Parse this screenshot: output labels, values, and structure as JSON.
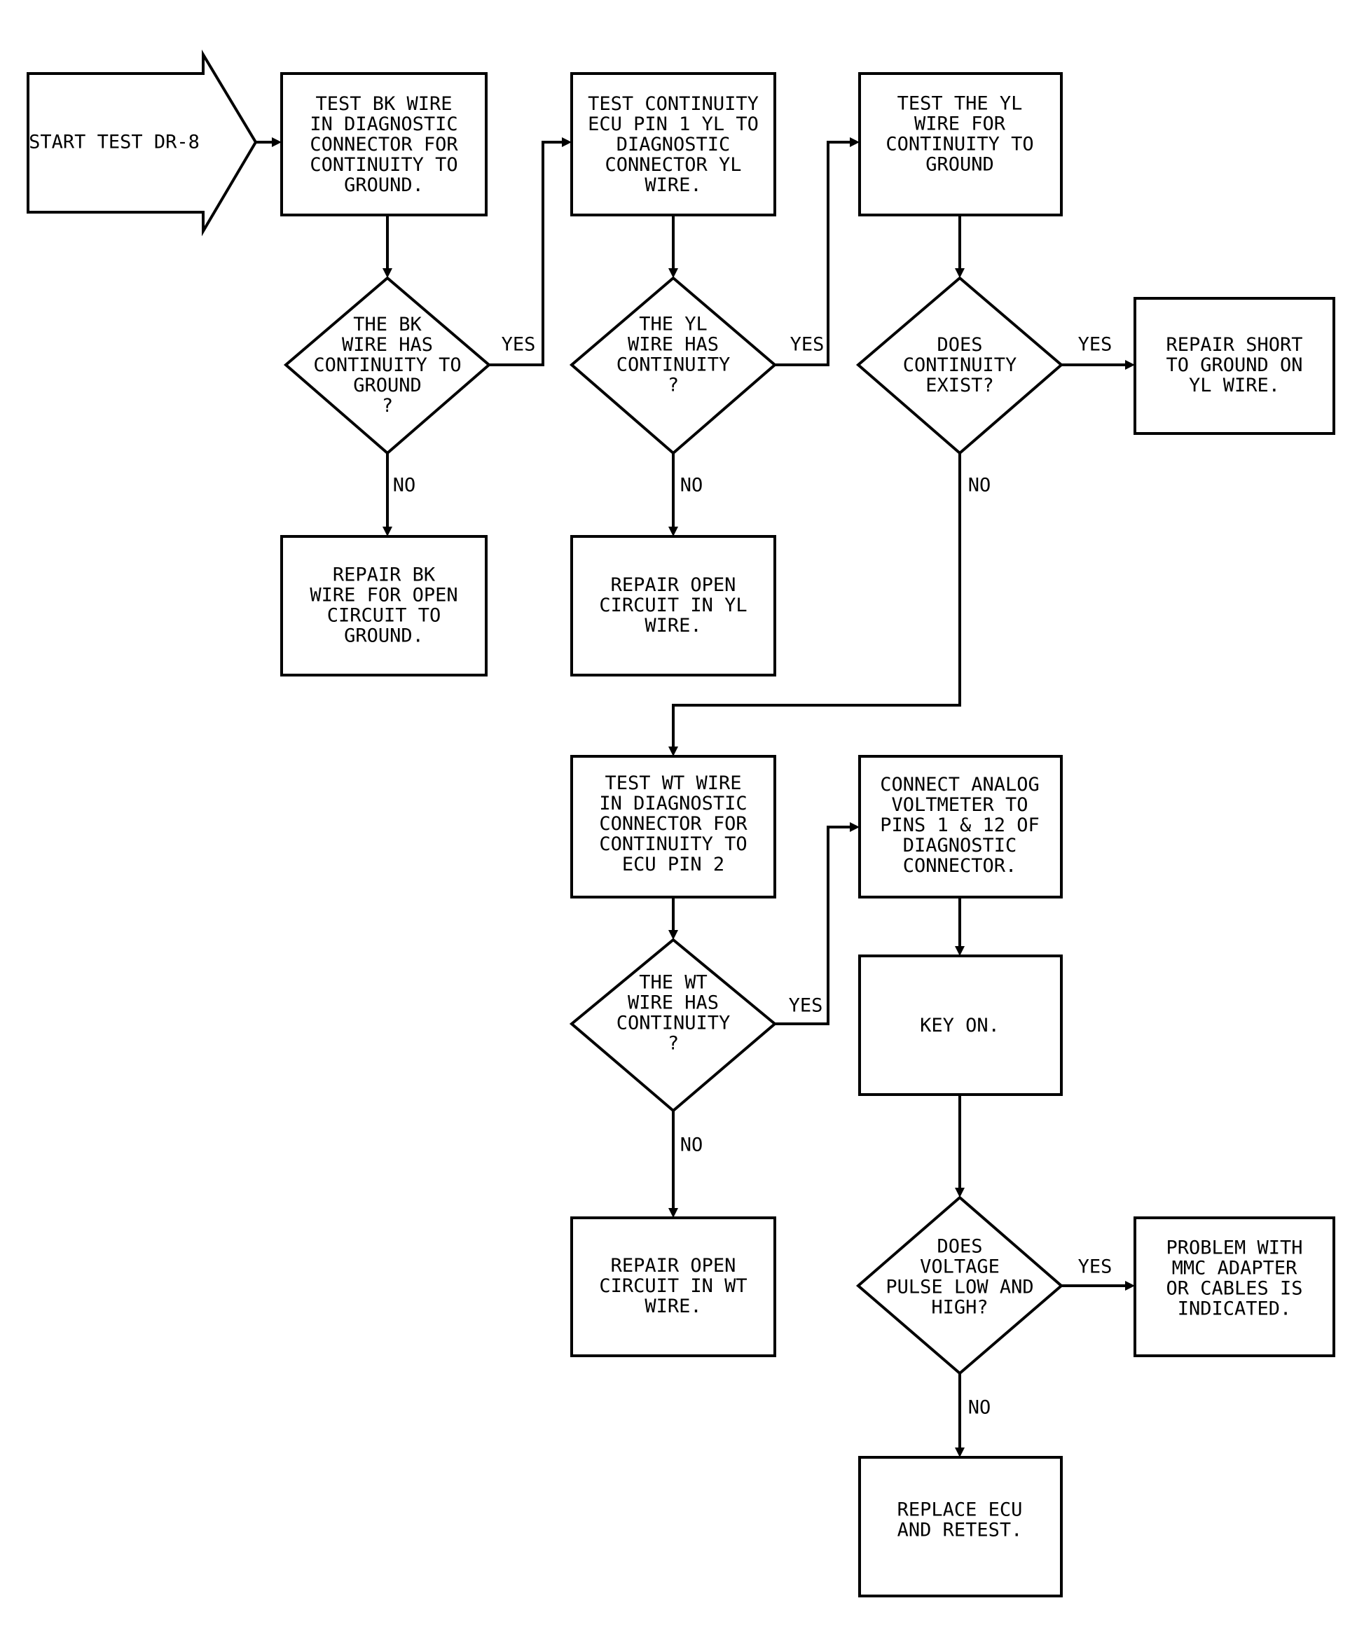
{
  "start": {
    "label": "START TEST DR-8"
  },
  "nodes": {
    "test_bk": {
      "lines": [
        "TEST BK WIRE",
        "IN DIAGNOSTIC",
        "CONNECTOR FOR",
        "CONTINUITY TO",
        "GROUND."
      ]
    },
    "dec_bk": {
      "lines": [
        "THE BK",
        "WIRE HAS",
        "CONTINUITY TO",
        "GROUND",
        "?"
      ]
    },
    "repair_bk": {
      "lines": [
        "REPAIR BK",
        "WIRE FOR OPEN",
        "CIRCUIT TO",
        "GROUND."
      ]
    },
    "test_ecu_yl": {
      "lines": [
        "TEST CONTINUITY",
        "ECU PIN 1 YL TO",
        "DIAGNOSTIC",
        "CONNECTOR YL",
        "WIRE."
      ]
    },
    "dec_yl": {
      "lines": [
        "THE YL",
        "WIRE HAS",
        "CONTINUITY",
        "?"
      ]
    },
    "repair_yl_open": {
      "lines": [
        "REPAIR OPEN",
        "CIRCUIT IN YL",
        "WIRE."
      ]
    },
    "test_yl_ground": {
      "lines": [
        "TEST THE YL",
        "WIRE FOR",
        "CONTINUITY TO",
        "GROUND"
      ]
    },
    "dec_cont_exist": {
      "lines": [
        "DOES",
        "CONTINUITY",
        "EXIST?"
      ]
    },
    "repair_short": {
      "lines": [
        "REPAIR SHORT",
        "TO GROUND ON",
        "YL WIRE."
      ]
    },
    "test_wt": {
      "lines": [
        "TEST WT WIRE",
        "IN DIAGNOSTIC",
        "CONNECTOR FOR",
        "CONTINUITY TO",
        "ECU PIN 2"
      ]
    },
    "dec_wt": {
      "lines": [
        "THE WT",
        "WIRE HAS",
        "CONTINUITY",
        "?"
      ]
    },
    "repair_wt": {
      "lines": [
        "REPAIR OPEN",
        "CIRCUIT IN WT",
        "WIRE."
      ]
    },
    "connect_voltmeter": {
      "lines": [
        "CONNECT ANALOG",
        "VOLTMETER TO",
        "PINS 1 & 12 OF",
        "DIAGNOSTIC",
        "CONNECTOR."
      ]
    },
    "key_on": {
      "lines": [
        "KEY ON."
      ]
    },
    "dec_voltage": {
      "lines": [
        "DOES",
        "VOLTAGE",
        "PULSE LOW AND",
        "HIGH?"
      ]
    },
    "problem_mmc": {
      "lines": [
        "PROBLEM WITH",
        "MMC ADAPTER",
        "OR CABLES IS",
        "INDICATED."
      ]
    },
    "replace_ecu": {
      "lines": [
        "REPLACE ECU",
        "AND RETEST."
      ]
    }
  },
  "branch_labels": {
    "bk_yes": "YES",
    "bk_no": "NO",
    "yl_yes": "YES",
    "yl_no": "NO",
    "cont_yes": "YES",
    "cont_no": "NO",
    "wt_yes": "YES",
    "wt_no": "NO",
    "volt_yes": "YES",
    "volt_no": "NO"
  }
}
